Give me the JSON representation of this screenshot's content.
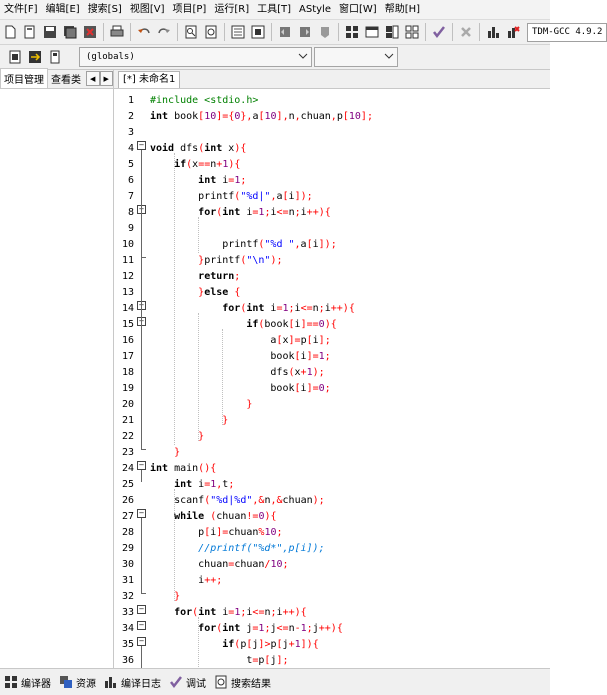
{
  "menu": [
    "文件[F]",
    "编辑[E]",
    "搜索[S]",
    "视图[V]",
    "项目[P]",
    "运行[R]",
    "工具[T]",
    "AStyle",
    "窗口[W]",
    "帮助[H]"
  ],
  "compiler": "TDM-GCC 4.9.2",
  "scope_selector": "(globals)",
  "left_panel": {
    "tabs": [
      "项目管理",
      "查看类"
    ]
  },
  "editor": {
    "tab_title": "[*] 未命名1"
  },
  "code_lines": [
    {
      "n": "1",
      "t": "#include <stdio.h>"
    },
    {
      "n": "2",
      "t": "int book[10]={0},a[10],n,chuan,p[10];"
    },
    {
      "n": "3",
      "t": ""
    },
    {
      "n": "4",
      "t": "void dfs(int x){"
    },
    {
      "n": "5",
      "t": "    if(x==n+1){"
    },
    {
      "n": "6",
      "t": "        int i=1;"
    },
    {
      "n": "7",
      "t": "        printf(\"%d|\",a[i]);"
    },
    {
      "n": "8",
      "t": "        for(int i=1;i<=n;i++){"
    },
    {
      "n": "9",
      "t": ""
    },
    {
      "n": "10",
      "t": "            printf(\"%d \",a[i]);"
    },
    {
      "n": "11",
      "t": "        }printf(\"\\n\");"
    },
    {
      "n": "12",
      "t": "        return;"
    },
    {
      "n": "13",
      "t": "        }else {"
    },
    {
      "n": "14",
      "t": "            for(int i=1;i<=n;i++){"
    },
    {
      "n": "15",
      "t": "                if(book[i]==0){"
    },
    {
      "n": "16",
      "t": "                    a[x]=p[i];"
    },
    {
      "n": "17",
      "t": "                    book[i]=1;"
    },
    {
      "n": "18",
      "t": "                    dfs(x+1);"
    },
    {
      "n": "19",
      "t": "                    book[i]=0;"
    },
    {
      "n": "20",
      "t": "                }"
    },
    {
      "n": "21",
      "t": "            }"
    },
    {
      "n": "22",
      "t": "        }"
    },
    {
      "n": "23",
      "t": "    }"
    },
    {
      "n": "24",
      "t": "int main(){"
    },
    {
      "n": "25",
      "t": "    int i=1,t;"
    },
    {
      "n": "26",
      "t": "    scanf(\"%d|%d\",&n,&chuan);"
    },
    {
      "n": "27",
      "t": "    while (chuan!=0){"
    },
    {
      "n": "28",
      "t": "        p[i]=chuan%10;"
    },
    {
      "n": "29",
      "t": "        //printf(\"%d*\",p[i]);"
    },
    {
      "n": "30",
      "t": "        chuan=chuan/10;"
    },
    {
      "n": "31",
      "t": "        i++;"
    },
    {
      "n": "32",
      "t": "    }"
    },
    {
      "n": "33",
      "t": "    for(int i=1;i<=n;i++){"
    },
    {
      "n": "34",
      "t": "        for(int j=1;j<=n-1;j++){"
    },
    {
      "n": "35",
      "t": "            if(p[j]>p[j+1]){"
    },
    {
      "n": "36",
      "t": "                t=p[j];"
    }
  ],
  "bottom_tabs": [
    {
      "label": "编译器",
      "icon": "compiler-grid-icon"
    },
    {
      "label": "资源",
      "icon": "resources-icon"
    },
    {
      "label": "编译日志",
      "icon": "chart-log-icon"
    },
    {
      "label": "调试",
      "icon": "debug-check-icon"
    },
    {
      "label": "搜索结果",
      "icon": "search-results-icon"
    }
  ]
}
